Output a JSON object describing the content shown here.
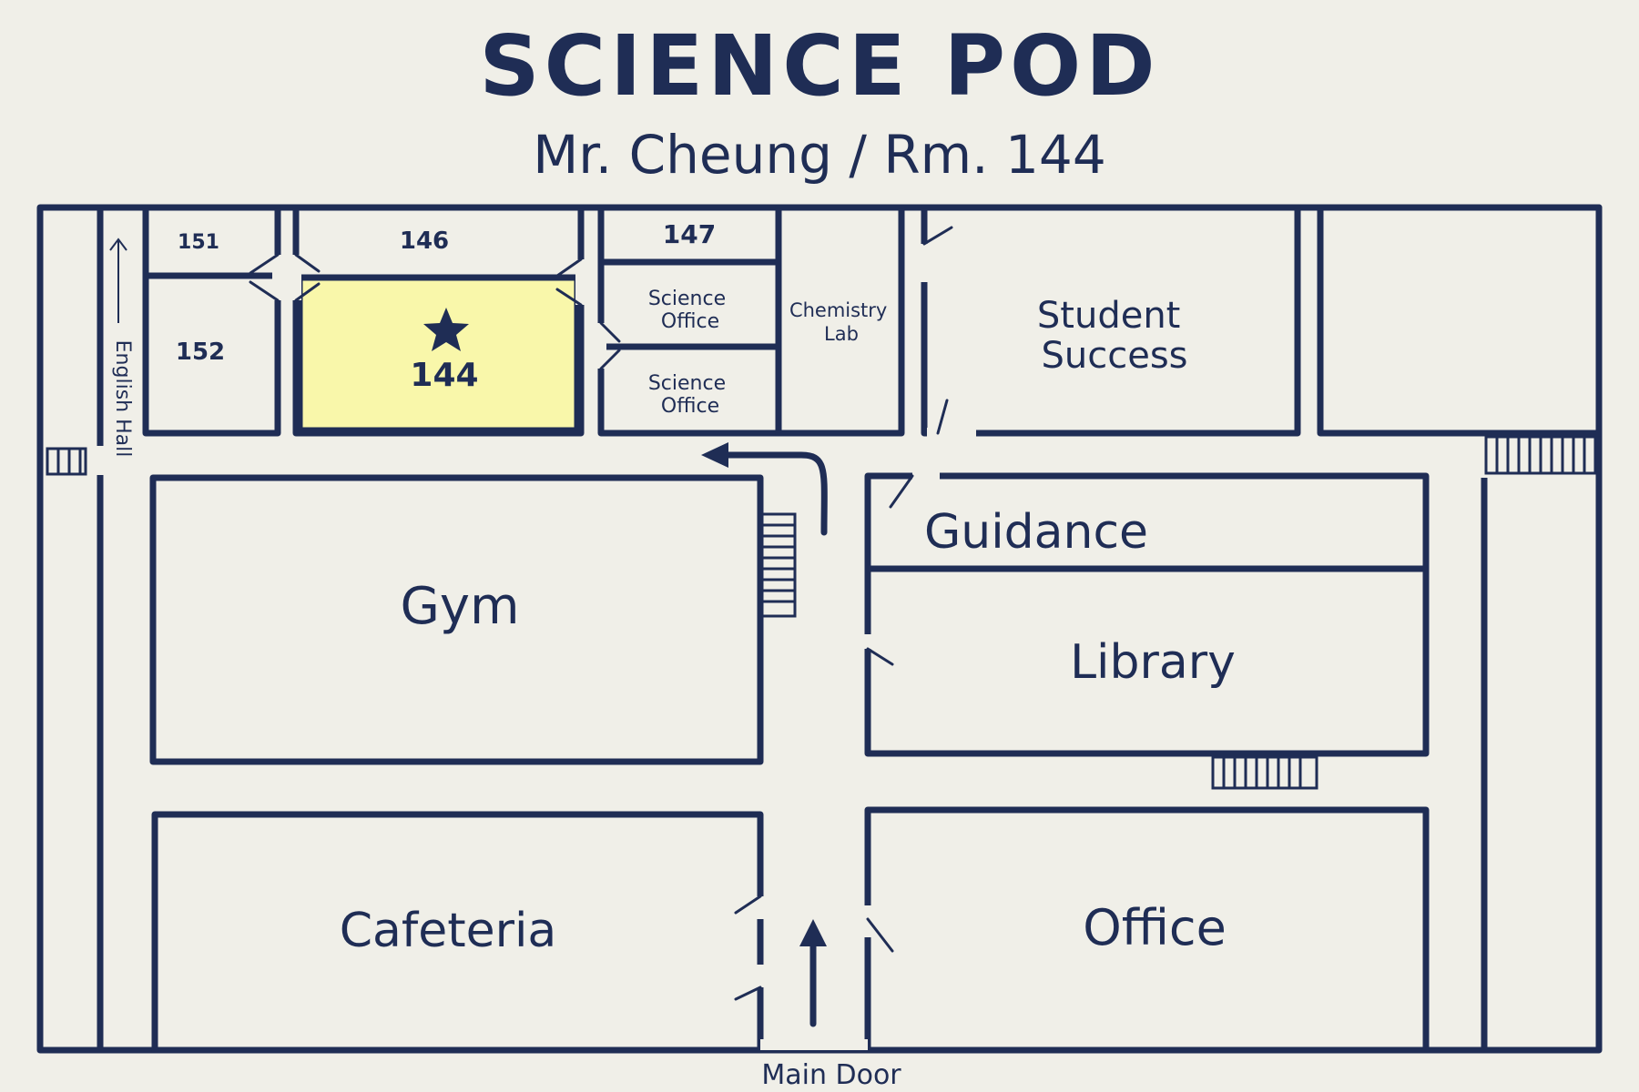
{
  "map": {
    "title": "SCIENCE POD",
    "subtitle": "Mr. Cheung / Rm. 144",
    "highlight_color": "#f9f7aa",
    "ink_color": "#1f2d55",
    "background_color": "#f0efe8",
    "rooms": {
      "r151": "151",
      "r146": "146",
      "r147": "147",
      "r152": "152",
      "r144": "144",
      "sci_office_1": [
        "Science",
        "Office"
      ],
      "sci_office_2": [
        "Science",
        "Office"
      ],
      "chem_lab": [
        "Chemistry",
        "Lab"
      ],
      "student_success": [
        "Student",
        "Success"
      ],
      "gym": "Gym",
      "guidance": "Guidance",
      "library": "Library",
      "cafeteria": "Cafeteria",
      "office": "Office"
    },
    "labels": {
      "english_hall": "English Hall",
      "main_door": "Main Door"
    },
    "markers": {
      "destination": "star-icon"
    }
  }
}
